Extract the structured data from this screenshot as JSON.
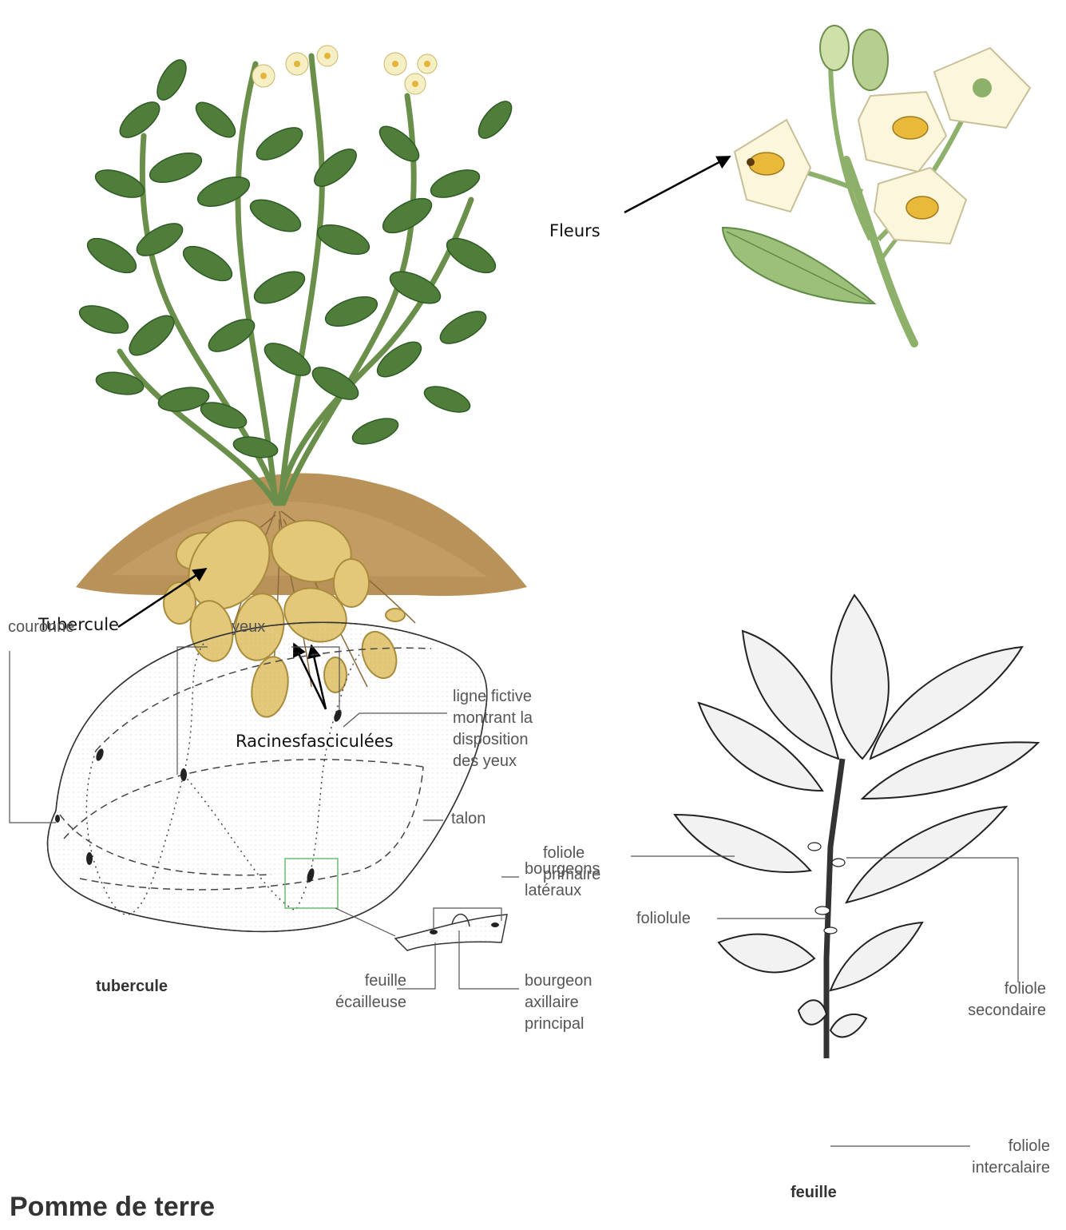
{
  "plant": {
    "fleurs": "Fleurs",
    "tubercule": "Tubercule",
    "racines": "Racinesfasciculées"
  },
  "tuber_diagram": {
    "couronne": "couronne",
    "yeux": "yeux",
    "ligne_fictive": [
      "ligne fictive",
      "montrant la",
      "disposition",
      "des yeux"
    ],
    "talon": "talon",
    "bourgeons_lateraux": [
      "bourgeons",
      "latéraux"
    ],
    "feuille_ecailleuse": [
      "feuille",
      "écailleuse"
    ],
    "bourgeon_axillaire": [
      "bourgeon",
      "axillaire",
      "principal"
    ],
    "caption": "tubercule"
  },
  "leaf_diagram": {
    "foliole_primaire": [
      "foliole",
      "primaire"
    ],
    "foliolule": "foliolule",
    "foliole_secondaire": [
      "foliole",
      "secondaire"
    ],
    "foliole_intercalaire": [
      "foliole",
      "intercalaire"
    ],
    "caption": "feuille"
  },
  "title": "Pomme de terre",
  "colors": {
    "leaf_green": "#4f7d3a",
    "leaf_dark": "#2f5a26",
    "soil": "#b08850",
    "tuber": "#e0c579",
    "flower": "#fbf6dc",
    "flower_center": "#e9b93a",
    "highlight_box": "#6cbf73"
  }
}
